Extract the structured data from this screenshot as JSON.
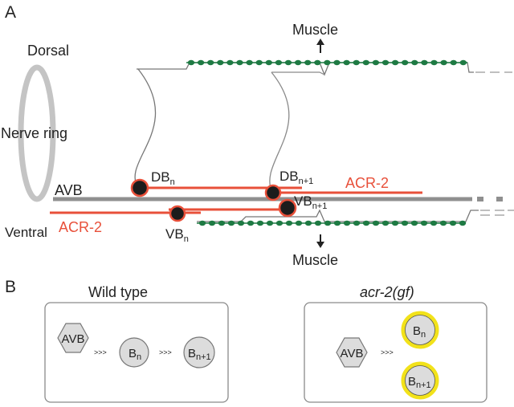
{
  "panel_a": {
    "letter": "A",
    "dorsal": "Dorsal",
    "ventral": "Ventral",
    "nerve_ring": "Nerve ring",
    "avb": "AVB",
    "muscle_top": "Muscle",
    "muscle_bottom": "Muscle",
    "acr2_top": "ACR-2",
    "acr2_bottom": "ACR-2",
    "neurons": {
      "db_n": {
        "base": "DB",
        "sub": "n"
      },
      "db_n1": {
        "base": "DB",
        "sub": "n+1"
      },
      "vb_n": {
        "base": "VB",
        "sub": "n"
      },
      "vb_n1": {
        "base": "VB",
        "sub": "n+1"
      }
    }
  },
  "panel_b": {
    "letter": "B",
    "wild_type": {
      "title": "Wild type",
      "avb": "AVB",
      "arrow1": ">>>",
      "arrow2": ">>>",
      "bn": {
        "base": "B",
        "sub": "n"
      },
      "bn1": {
        "base": "B",
        "sub": "n+1"
      }
    },
    "gf": {
      "title": "acr-2(gf)",
      "avb": "AVB",
      "arrow": ">>>",
      "bn": {
        "base": "B",
        "sub": "n"
      },
      "bn1": {
        "base": "B",
        "sub": "n+1"
      }
    }
  },
  "colors": {
    "red": "#e8503a",
    "green": "#1e7a43",
    "yellow": "#f2e21a",
    "grey": "#9a9a9a",
    "dark": "#222222"
  }
}
